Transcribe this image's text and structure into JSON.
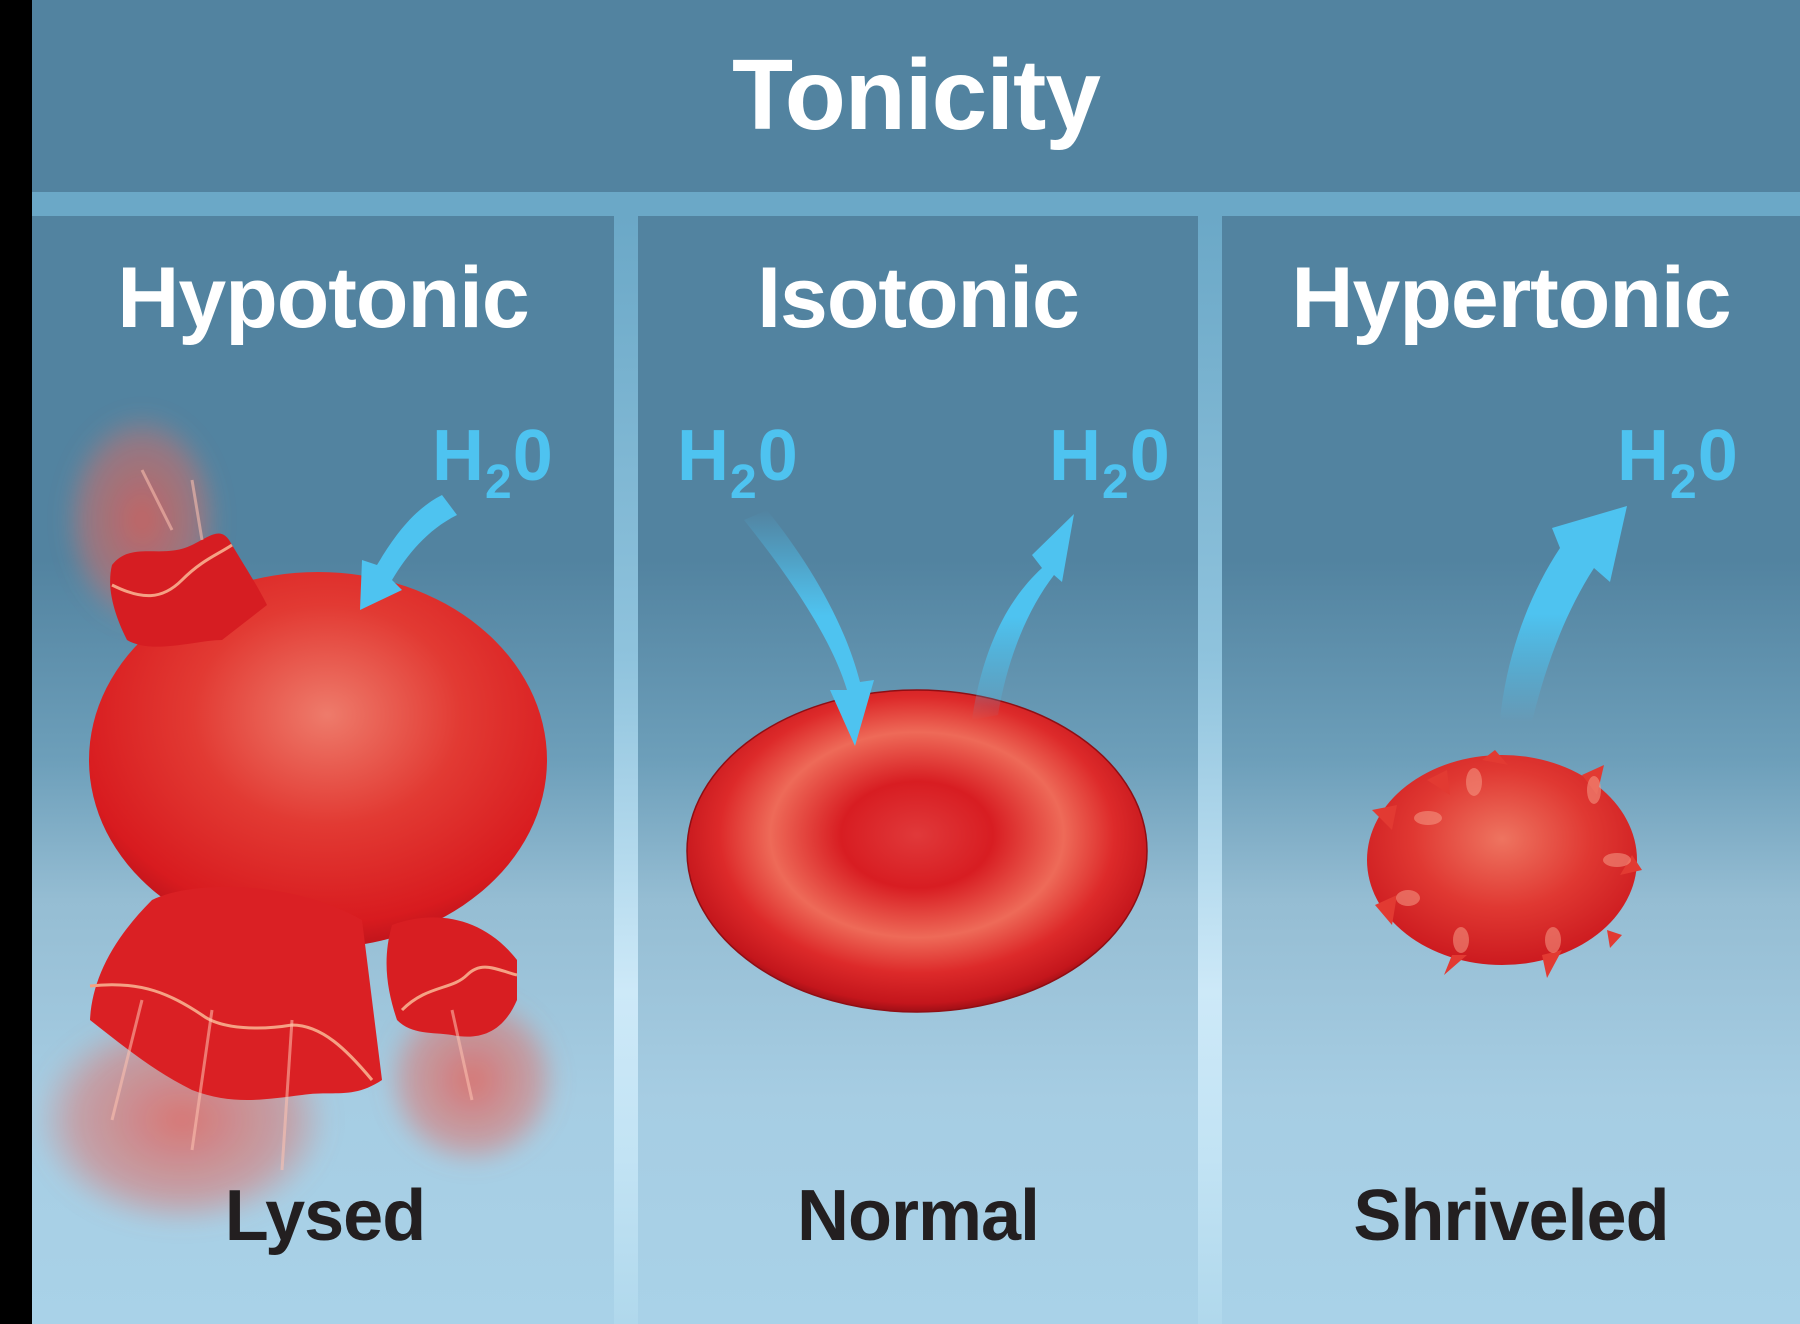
{
  "title": "Tonicity",
  "colors": {
    "header_bg": "#5283a0",
    "stripe": "#6ba8c7",
    "panel_bottom": "#a9d2e8",
    "water": "#4ec3f0",
    "cell_red": "#dc1f22",
    "label_dark": "#231f20"
  },
  "panels": [
    {
      "heading": "Hypotonic",
      "result": "Lysed",
      "cell_state": "lysed",
      "water_labels": [
        {
          "main": "H",
          "sub": "2",
          "tail": "0",
          "direction": "in"
        }
      ]
    },
    {
      "heading": "Isotonic",
      "result": "Normal",
      "cell_state": "normal",
      "water_labels": [
        {
          "main": "H",
          "sub": "2",
          "tail": "0",
          "direction": "in"
        },
        {
          "main": "H",
          "sub": "2",
          "tail": "0",
          "direction": "out"
        }
      ]
    },
    {
      "heading": "Hypertonic",
      "result": "Shriveled",
      "cell_state": "shriveled",
      "water_labels": [
        {
          "main": "H",
          "sub": "2",
          "tail": "0",
          "direction": "out"
        }
      ]
    }
  ]
}
